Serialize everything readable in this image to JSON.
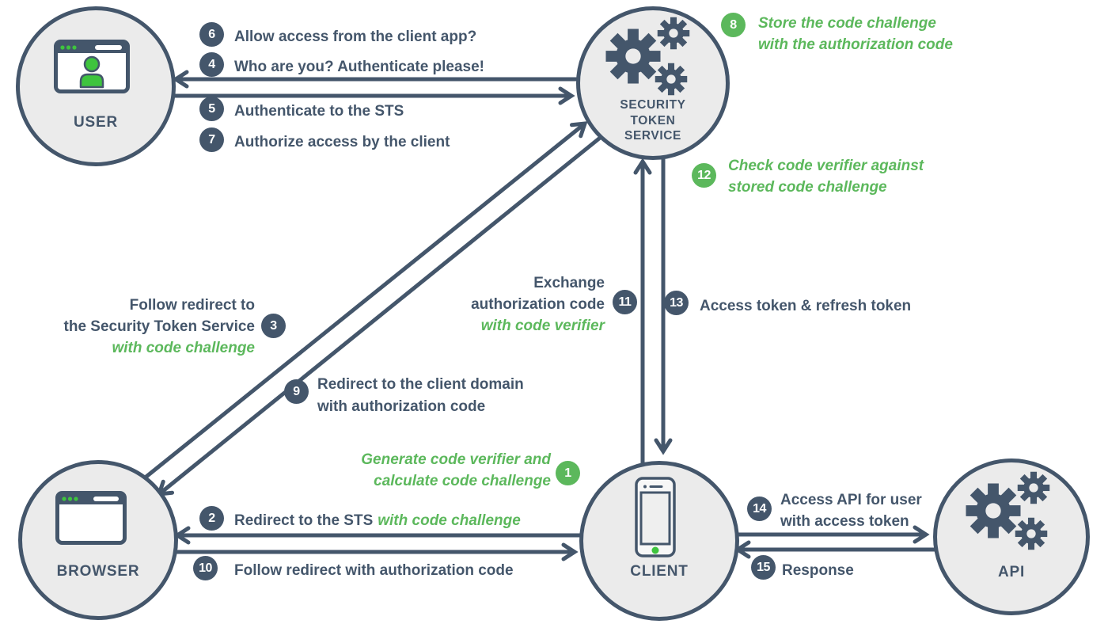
{
  "colors": {
    "slate": "#44566B",
    "green": "#5CB85C",
    "bright_green": "#3EC43E",
    "circle_fill": "#EBEBEB",
    "background": "#FFFFFF"
  },
  "nodes": {
    "user": {
      "label": "USER",
      "icon": "browser-window-with-user-icon"
    },
    "sts": {
      "lines": [
        "SECURITY",
        "TOKEN",
        "SERVICE"
      ],
      "icon": "gears-icon"
    },
    "browser": {
      "label": "BROWSER",
      "icon": "browser-window-icon"
    },
    "client": {
      "label": "CLIENT",
      "icon": "smartphone-icon"
    },
    "api": {
      "label": "API",
      "icon": "gears-icon"
    }
  },
  "steps": {
    "s1": {
      "num": "1",
      "color": "green",
      "lines": [
        "Generate code verifier and",
        "calculate code challenge"
      ]
    },
    "s2": {
      "num": "2",
      "text": "Redirect to the STS",
      "em": "with code challenge"
    },
    "s3": {
      "num": "3",
      "lines": [
        "Follow redirect to",
        "the Security Token Service"
      ],
      "em": "with code challenge"
    },
    "s4": {
      "num": "4",
      "text": "Who are you? Authenticate please!"
    },
    "s5": {
      "num": "5",
      "text": "Authenticate to the STS"
    },
    "s6": {
      "num": "6",
      "text": "Allow access from the client app?"
    },
    "s7": {
      "num": "7",
      "text": "Authorize access by the client"
    },
    "s8": {
      "num": "8",
      "color": "green",
      "lines": [
        "Store the code challenge",
        "with the authorization code"
      ]
    },
    "s9": {
      "num": "9",
      "lines": [
        "Redirect to the client domain",
        "with authorization code"
      ]
    },
    "s10": {
      "num": "10",
      "text": "Follow redirect with authorization code"
    },
    "s11": {
      "num": "11",
      "lines": [
        "Exchange",
        "authorization code"
      ],
      "em": "with code verifier"
    },
    "s12": {
      "num": "12",
      "color": "green",
      "lines": [
        "Check code verifier against",
        "stored code challenge"
      ]
    },
    "s13": {
      "num": "13",
      "text": "Access token & refresh token"
    },
    "s14": {
      "num": "14",
      "lines": [
        "Access API for user",
        "with access token"
      ]
    },
    "s15": {
      "num": "15",
      "text": "Response"
    }
  }
}
